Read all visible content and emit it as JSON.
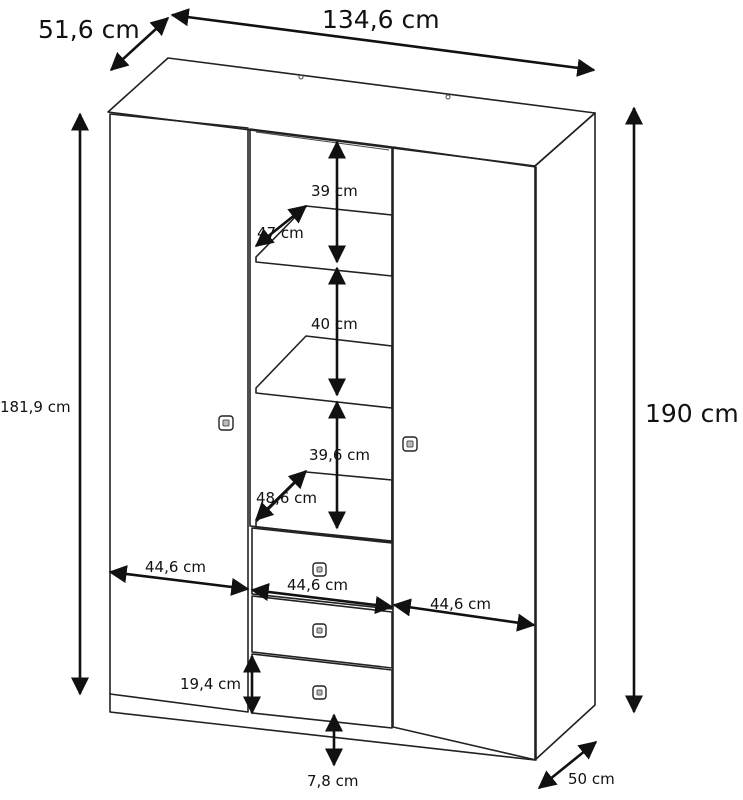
{
  "dimensions": {
    "depth_top": "51,6 cm",
    "width_top": "134,6 cm",
    "door_height": "181,9 cm",
    "total_height": "190 cm",
    "shelf_gap_top": "39 cm",
    "shelf_depth_top": "47 cm",
    "shelf_gap_middle": "40 cm",
    "shelf_gap_bottom": "39,6 cm",
    "shelf_depth_bottom": "48,6 cm",
    "left_section_width": "44,6 cm",
    "middle_section_width": "44,6 cm",
    "right_section_width": "44,6 cm",
    "drawer_height": "19,4 cm",
    "plinth_height": "7,8 cm",
    "depth_bottom": "50 cm"
  },
  "colors": {
    "line": "#222222",
    "background": "#ffffff"
  }
}
